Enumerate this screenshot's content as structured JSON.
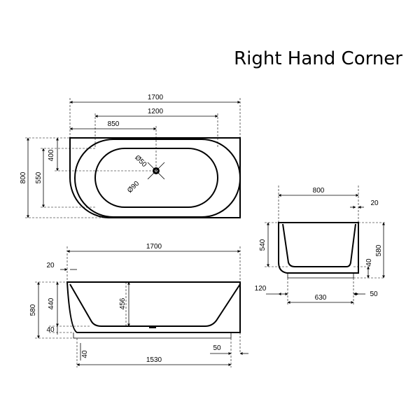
{
  "title": "Right Hand Corner",
  "top_view": {
    "overall_length": "1700",
    "inner_length": "1200",
    "drain_offset": "850",
    "overall_width": "800",
    "inner_width": "550",
    "drain_side_offset": "400",
    "drain_label_small": "Ø50",
    "drain_label_large": "Ø90"
  },
  "front_view": {
    "overall_length": "1700",
    "rim_offset": "20",
    "total_height": "580",
    "side_height": "440",
    "base_height": "40",
    "inner_depth": "456",
    "base_step": "40",
    "base_length": "1530",
    "base_right_offset": "50"
  },
  "side_view": {
    "overall_width": "800",
    "rim_offset": "20",
    "inner_height": "540",
    "total_height": "580",
    "base_height": "40",
    "left_offset": "120",
    "base_width": "630",
    "right_offset": "50"
  }
}
